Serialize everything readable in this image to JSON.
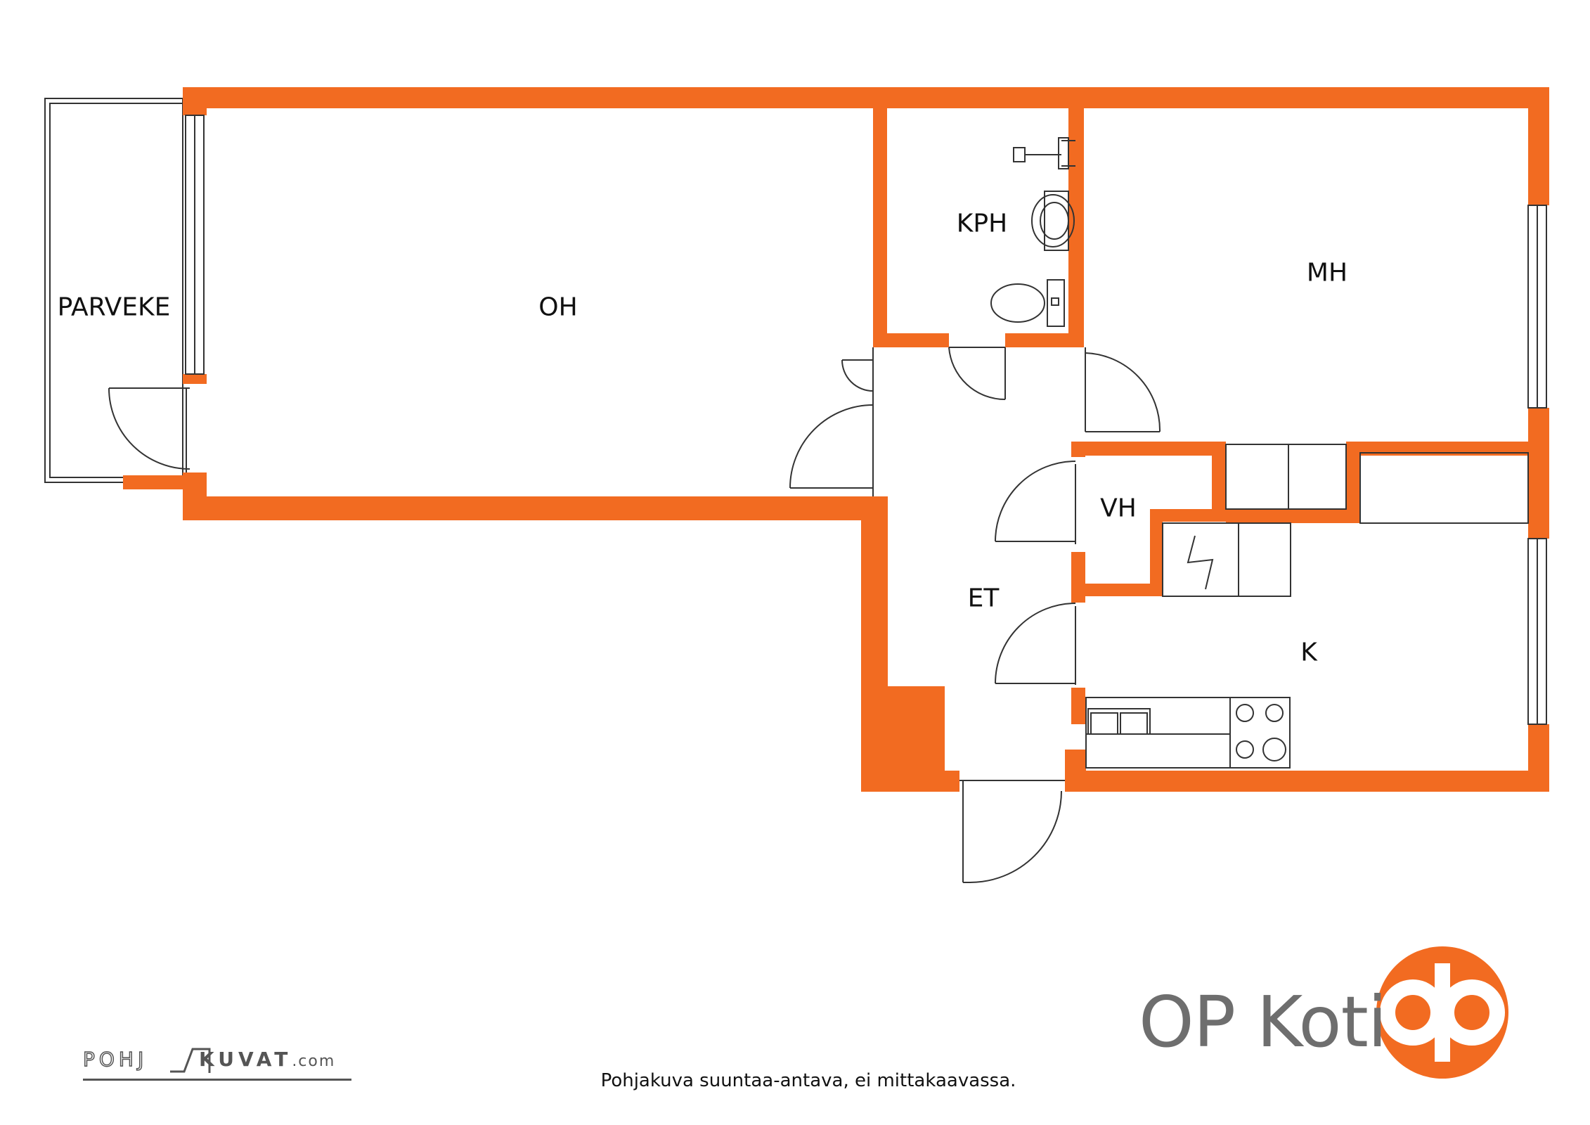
{
  "rooms": {
    "parveke": "PARVEKE",
    "oh": "OH",
    "kph": "KPH",
    "mh": "MH",
    "vh": "VH",
    "et": "ET",
    "k": "K"
  },
  "footer": {
    "disclaimer": "Pohjakuva suuntaa-antava, ei mittakaavassa."
  },
  "brand": {
    "name": "OP Koti",
    "logo_word_left": "POHJ",
    "logo_word_right": "KUVAT",
    "logo_suffix": ".com"
  },
  "colors": {
    "wall": "#F26B21",
    "brand_text": "#6E6E6E",
    "line": "#333333"
  }
}
